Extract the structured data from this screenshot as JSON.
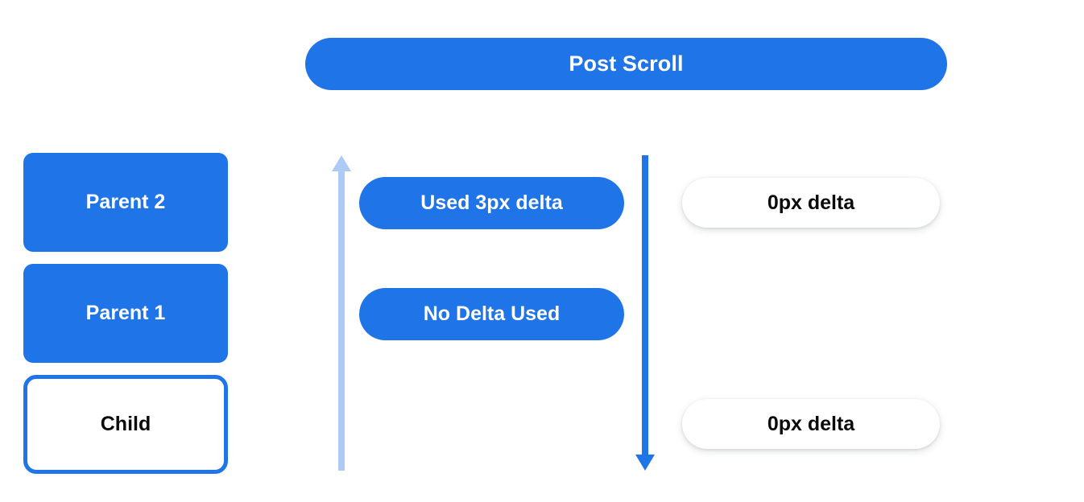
{
  "header": {
    "title": "Post Scroll",
    "color": "#1f74e8"
  },
  "colors": {
    "accent_blue": "#1f74e8",
    "light_blue": "#aecbf5",
    "text_dark": "#0b0b0b",
    "text_light": "#ffffff",
    "background": "#ffffff"
  },
  "left_stack": {
    "boxes": [
      {
        "label": "Parent 2",
        "style": "filled"
      },
      {
        "label": "Parent 1",
        "style": "filled"
      },
      {
        "label": "Child",
        "style": "outlined"
      }
    ]
  },
  "arrows": [
    {
      "name": "scroll-up-arrow",
      "direction": "up",
      "color": "#aecbf5"
    },
    {
      "name": "scroll-down-arrow",
      "direction": "down",
      "color": "#1f74e8"
    }
  ],
  "middle_pills": [
    {
      "label": "Used 3px delta"
    },
    {
      "label": "No Delta Used"
    }
  ],
  "right_pills": [
    {
      "label": "0px delta"
    },
    {
      "label": "0px delta"
    }
  ]
}
